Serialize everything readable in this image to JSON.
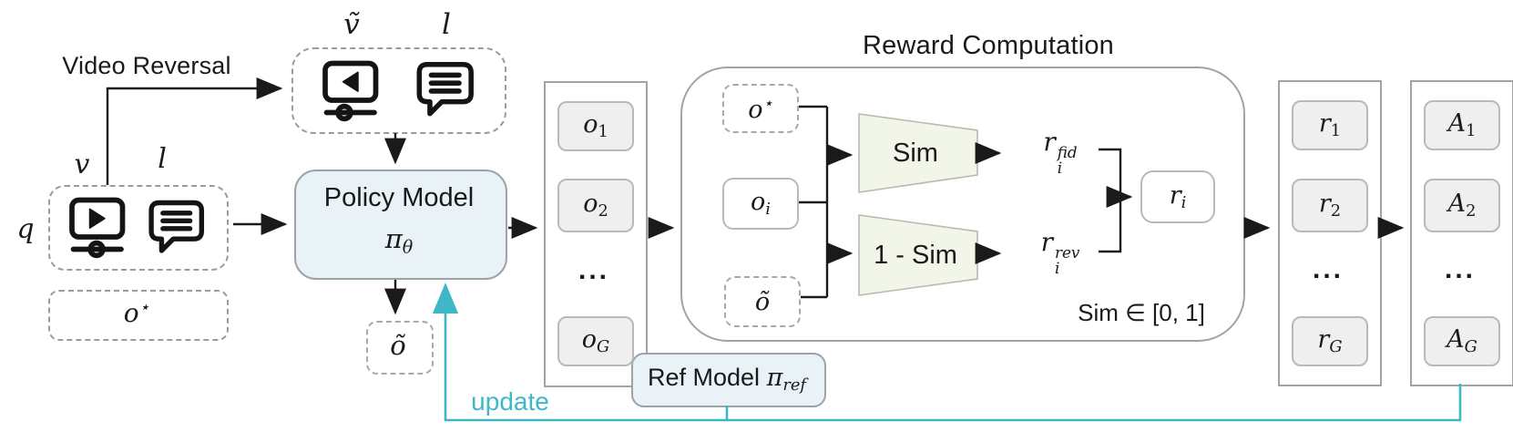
{
  "colors": {
    "accent-teal": "#3EB7C7",
    "model-box-fill": "#E9F2F7",
    "trapezoid-fill": "#F1F6E9",
    "chip-fill": "#EFEFEF",
    "line-black": "#1A1A1A"
  },
  "left": {
    "video_reversal_label": "Video Reversal",
    "q": "q",
    "v": "v",
    "l": "l",
    "v_tilde": "ṽ",
    "l_upper": "l",
    "o_star": {
      "base": "o",
      "sup": "⋆"
    },
    "o_tilde": "õ"
  },
  "policy": {
    "title": "Policy Model",
    "pi": "π",
    "pi_sub": "θ"
  },
  "update_label": "update",
  "o_column": {
    "item1": {
      "base": "o",
      "sub": "1"
    },
    "item2": {
      "base": "o",
      "sub": "2"
    },
    "dots": "...",
    "itemG": {
      "base": "o",
      "sub": "G"
    }
  },
  "reward": {
    "title": "Reward Computation",
    "o_star": {
      "base": "o",
      "sup": "⋆"
    },
    "o_i": {
      "base": "o",
      "sub": "i"
    },
    "o_tilde": "õ",
    "sim_label": "Sim",
    "one_minus_sim_label": "1 - Sim",
    "r_fid": {
      "base": "r",
      "sub": "i",
      "sup": "fid"
    },
    "r_rev": {
      "base": "r",
      "sub": "i",
      "sup": "rev"
    },
    "r_i": {
      "base": "r",
      "sub": "i"
    },
    "sim_range": "Sim ∈ [0, 1]"
  },
  "ref_model": {
    "title": "Ref Model",
    "pi": "π",
    "pi_sub": "ref"
  },
  "r_column": {
    "item1": {
      "base": "r",
      "sub": "1"
    },
    "item2": {
      "base": "r",
      "sub": "2"
    },
    "dots": "...",
    "itemG": {
      "base": "r",
      "sub": "G"
    }
  },
  "a_column": {
    "item1": {
      "base": "A",
      "sub": "1"
    },
    "item2": {
      "base": "A",
      "sub": "2"
    },
    "dots": "...",
    "itemG": {
      "base": "A",
      "sub": "G"
    }
  }
}
